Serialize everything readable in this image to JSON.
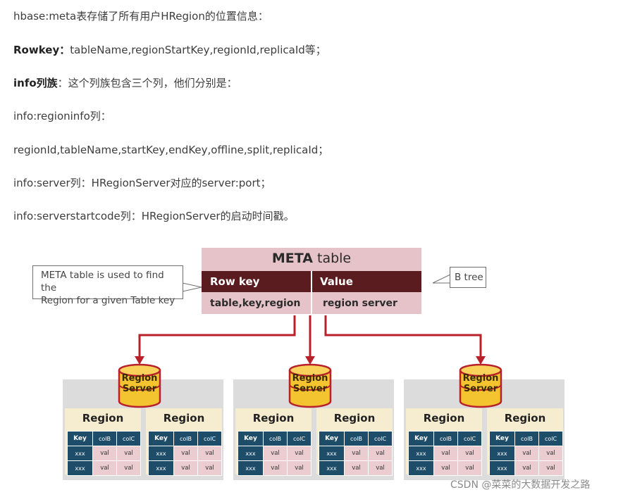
{
  "paragraphs": [
    {
      "prefix": "",
      "rest": "hbase:meta表存储了所有用户HRegion的位置信息："
    },
    {
      "prefix": "Rowkey：",
      "rest": "tableName,regionStartKey,regionId,replicaId等；"
    },
    {
      "prefix": "info列族",
      "rest": "：这个列族包含三个列，他们分别是："
    },
    {
      "prefix": "",
      "rest": "info:regioninfo列："
    },
    {
      "prefix": "",
      "rest": "regionId,tableName,startKey,endKey,offline,split,replicaId；"
    },
    {
      "prefix": "",
      "rest": "info:server列：HRegionServer对应的server:port；"
    },
    {
      "prefix": "",
      "rest": "info:serverstartcode列：HRegionServer的启动时间戳。"
    }
  ],
  "diagram": {
    "meta": {
      "title_bold": "META",
      "title_rest": " table",
      "col_rowkey": "Row key",
      "col_value": "Value",
      "cell_rowkey": "table,key,region",
      "cell_value": "region server"
    },
    "callout_left_line1": "META table is used to find the",
    "callout_left_line2": "Region for a given Table key",
    "callout_right": "B tree",
    "server_line1": "Region",
    "server_line2": "Server",
    "region_title": "Region",
    "region_headers": [
      "Key",
      "colB",
      "colC"
    ],
    "region_rows": [
      [
        "xxx",
        "val",
        "val"
      ],
      [
        "xxx",
        "val",
        "val"
      ]
    ],
    "colors": {
      "meta_bg": "#e6c3c9",
      "meta_header": "#5a1c1e",
      "arrow": "#b8202a",
      "cylinder": "#f4c430",
      "table_header": "#1e4d69",
      "cell": "#eaccd1",
      "region_bg": "#f6edd1",
      "group_bg": "#dcdcdc"
    }
  },
  "watermark": "CSDN @菜菜的大数据开发之路"
}
